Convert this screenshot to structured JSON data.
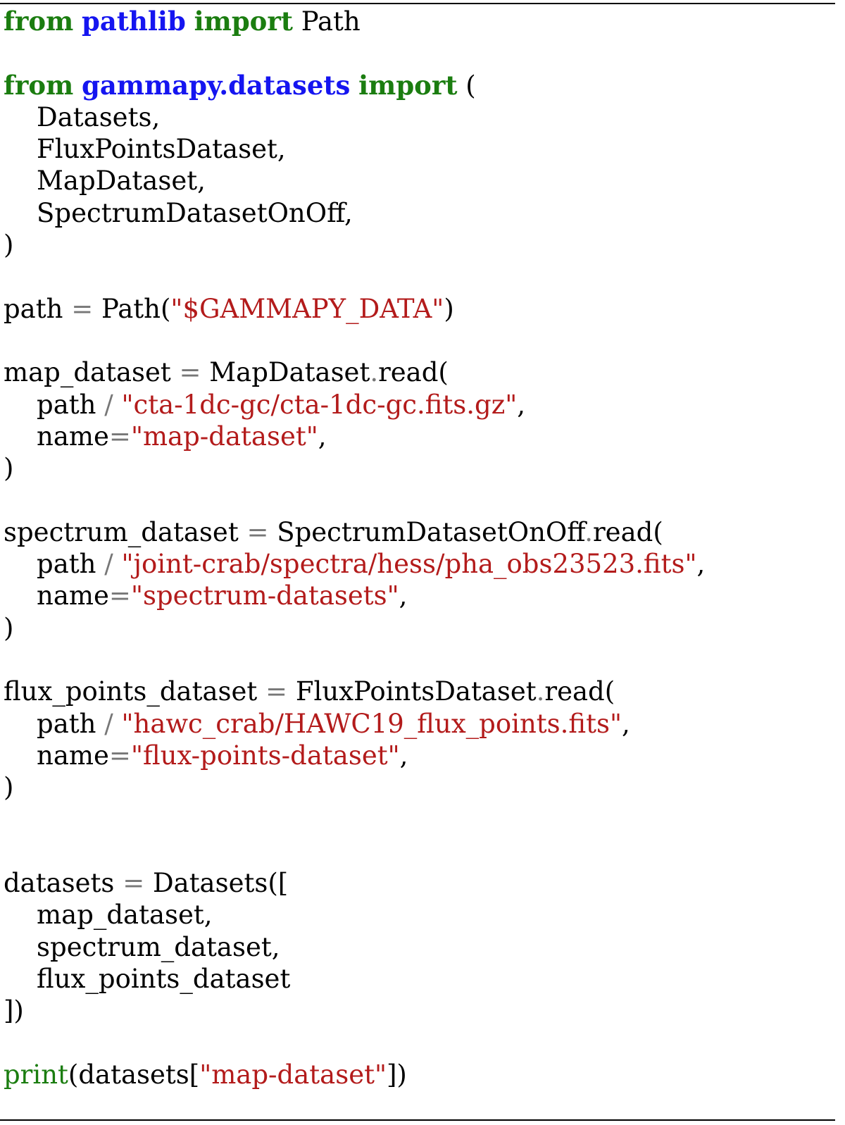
{
  "colors": {
    "keyword": "#1b7d10",
    "builtin": "#1b7d10",
    "module": "#1515f0",
    "string": "#b31b1b",
    "operator": "#777777",
    "text": "#000000",
    "rule": "#000000"
  },
  "code": {
    "lines": [
      [
        {
          "t": "kw",
          "v": "from"
        },
        {
          "t": "plain",
          "v": " "
        },
        {
          "t": "mod",
          "v": "pathlib"
        },
        {
          "t": "plain",
          "v": " "
        },
        {
          "t": "kw",
          "v": "import"
        },
        {
          "t": "plain",
          "v": " Path"
        }
      ],
      [],
      [
        {
          "t": "kw",
          "v": "from"
        },
        {
          "t": "plain",
          "v": " "
        },
        {
          "t": "mod",
          "v": "gammapy.datasets"
        },
        {
          "t": "plain",
          "v": " "
        },
        {
          "t": "kw",
          "v": "import"
        },
        {
          "t": "plain",
          "v": " ("
        }
      ],
      [
        {
          "t": "plain",
          "v": "    Datasets,"
        }
      ],
      [
        {
          "t": "plain",
          "v": "    FluxPointsDataset,"
        }
      ],
      [
        {
          "t": "plain",
          "v": "    MapDataset,"
        }
      ],
      [
        {
          "t": "plain",
          "v": "    SpectrumDatasetOnOff,"
        }
      ],
      [
        {
          "t": "plain",
          "v": ")"
        }
      ],
      [],
      [
        {
          "t": "plain",
          "v": "path "
        },
        {
          "t": "op",
          "v": "="
        },
        {
          "t": "plain",
          "v": " Path("
        },
        {
          "t": "str",
          "v": "\"$GAMMAPY_DATA\""
        },
        {
          "t": "plain",
          "v": ")"
        }
      ],
      [],
      [
        {
          "t": "plain",
          "v": "map_dataset "
        },
        {
          "t": "op",
          "v": "="
        },
        {
          "t": "plain",
          "v": " MapDataset"
        },
        {
          "t": "op",
          "v": "."
        },
        {
          "t": "plain",
          "v": "read("
        }
      ],
      [
        {
          "t": "plain",
          "v": "    path "
        },
        {
          "t": "op",
          "v": "/"
        },
        {
          "t": "plain",
          "v": " "
        },
        {
          "t": "str",
          "v": "\"cta-1dc-gc/cta-1dc-gc.fits.gz\""
        },
        {
          "t": "plain",
          "v": ","
        }
      ],
      [
        {
          "t": "plain",
          "v": "    name"
        },
        {
          "t": "op",
          "v": "="
        },
        {
          "t": "str",
          "v": "\"map-dataset\""
        },
        {
          "t": "plain",
          "v": ","
        }
      ],
      [
        {
          "t": "plain",
          "v": ")"
        }
      ],
      [],
      [
        {
          "t": "plain",
          "v": "spectrum_dataset "
        },
        {
          "t": "op",
          "v": "="
        },
        {
          "t": "plain",
          "v": " SpectrumDatasetOnOff"
        },
        {
          "t": "op",
          "v": "."
        },
        {
          "t": "plain",
          "v": "read("
        }
      ],
      [
        {
          "t": "plain",
          "v": "    path "
        },
        {
          "t": "op",
          "v": "/"
        },
        {
          "t": "plain",
          "v": " "
        },
        {
          "t": "str",
          "v": "\"joint-crab/spectra/hess/pha_obs23523.fits\""
        },
        {
          "t": "plain",
          "v": ","
        }
      ],
      [
        {
          "t": "plain",
          "v": "    name"
        },
        {
          "t": "op",
          "v": "="
        },
        {
          "t": "str",
          "v": "\"spectrum-datasets\""
        },
        {
          "t": "plain",
          "v": ","
        }
      ],
      [
        {
          "t": "plain",
          "v": ")"
        }
      ],
      [],
      [
        {
          "t": "plain",
          "v": "flux_points_dataset "
        },
        {
          "t": "op",
          "v": "="
        },
        {
          "t": "plain",
          "v": " FluxPointsDataset"
        },
        {
          "t": "op",
          "v": "."
        },
        {
          "t": "plain",
          "v": "read("
        }
      ],
      [
        {
          "t": "plain",
          "v": "    path "
        },
        {
          "t": "op",
          "v": "/"
        },
        {
          "t": "plain",
          "v": " "
        },
        {
          "t": "str",
          "v": "\"hawc_crab/HAWC19_flux_points.fits\""
        },
        {
          "t": "plain",
          "v": ","
        }
      ],
      [
        {
          "t": "plain",
          "v": "    name"
        },
        {
          "t": "op",
          "v": "="
        },
        {
          "t": "str",
          "v": "\"flux-points-dataset\""
        },
        {
          "t": "plain",
          "v": ","
        }
      ],
      [
        {
          "t": "plain",
          "v": ")"
        }
      ],
      [],
      [],
      [
        {
          "t": "plain",
          "v": "datasets "
        },
        {
          "t": "op",
          "v": "="
        },
        {
          "t": "plain",
          "v": " Datasets(["
        }
      ],
      [
        {
          "t": "plain",
          "v": "    map_dataset,"
        }
      ],
      [
        {
          "t": "plain",
          "v": "    spectrum_dataset,"
        }
      ],
      [
        {
          "t": "plain",
          "v": "    flux_points_dataset"
        }
      ],
      [
        {
          "t": "plain",
          "v": "])"
        }
      ],
      [],
      [
        {
          "t": "bi",
          "v": "print"
        },
        {
          "t": "plain",
          "v": "(datasets["
        },
        {
          "t": "str",
          "v": "\"map-dataset\""
        },
        {
          "t": "plain",
          "v": "])"
        }
      ]
    ]
  }
}
